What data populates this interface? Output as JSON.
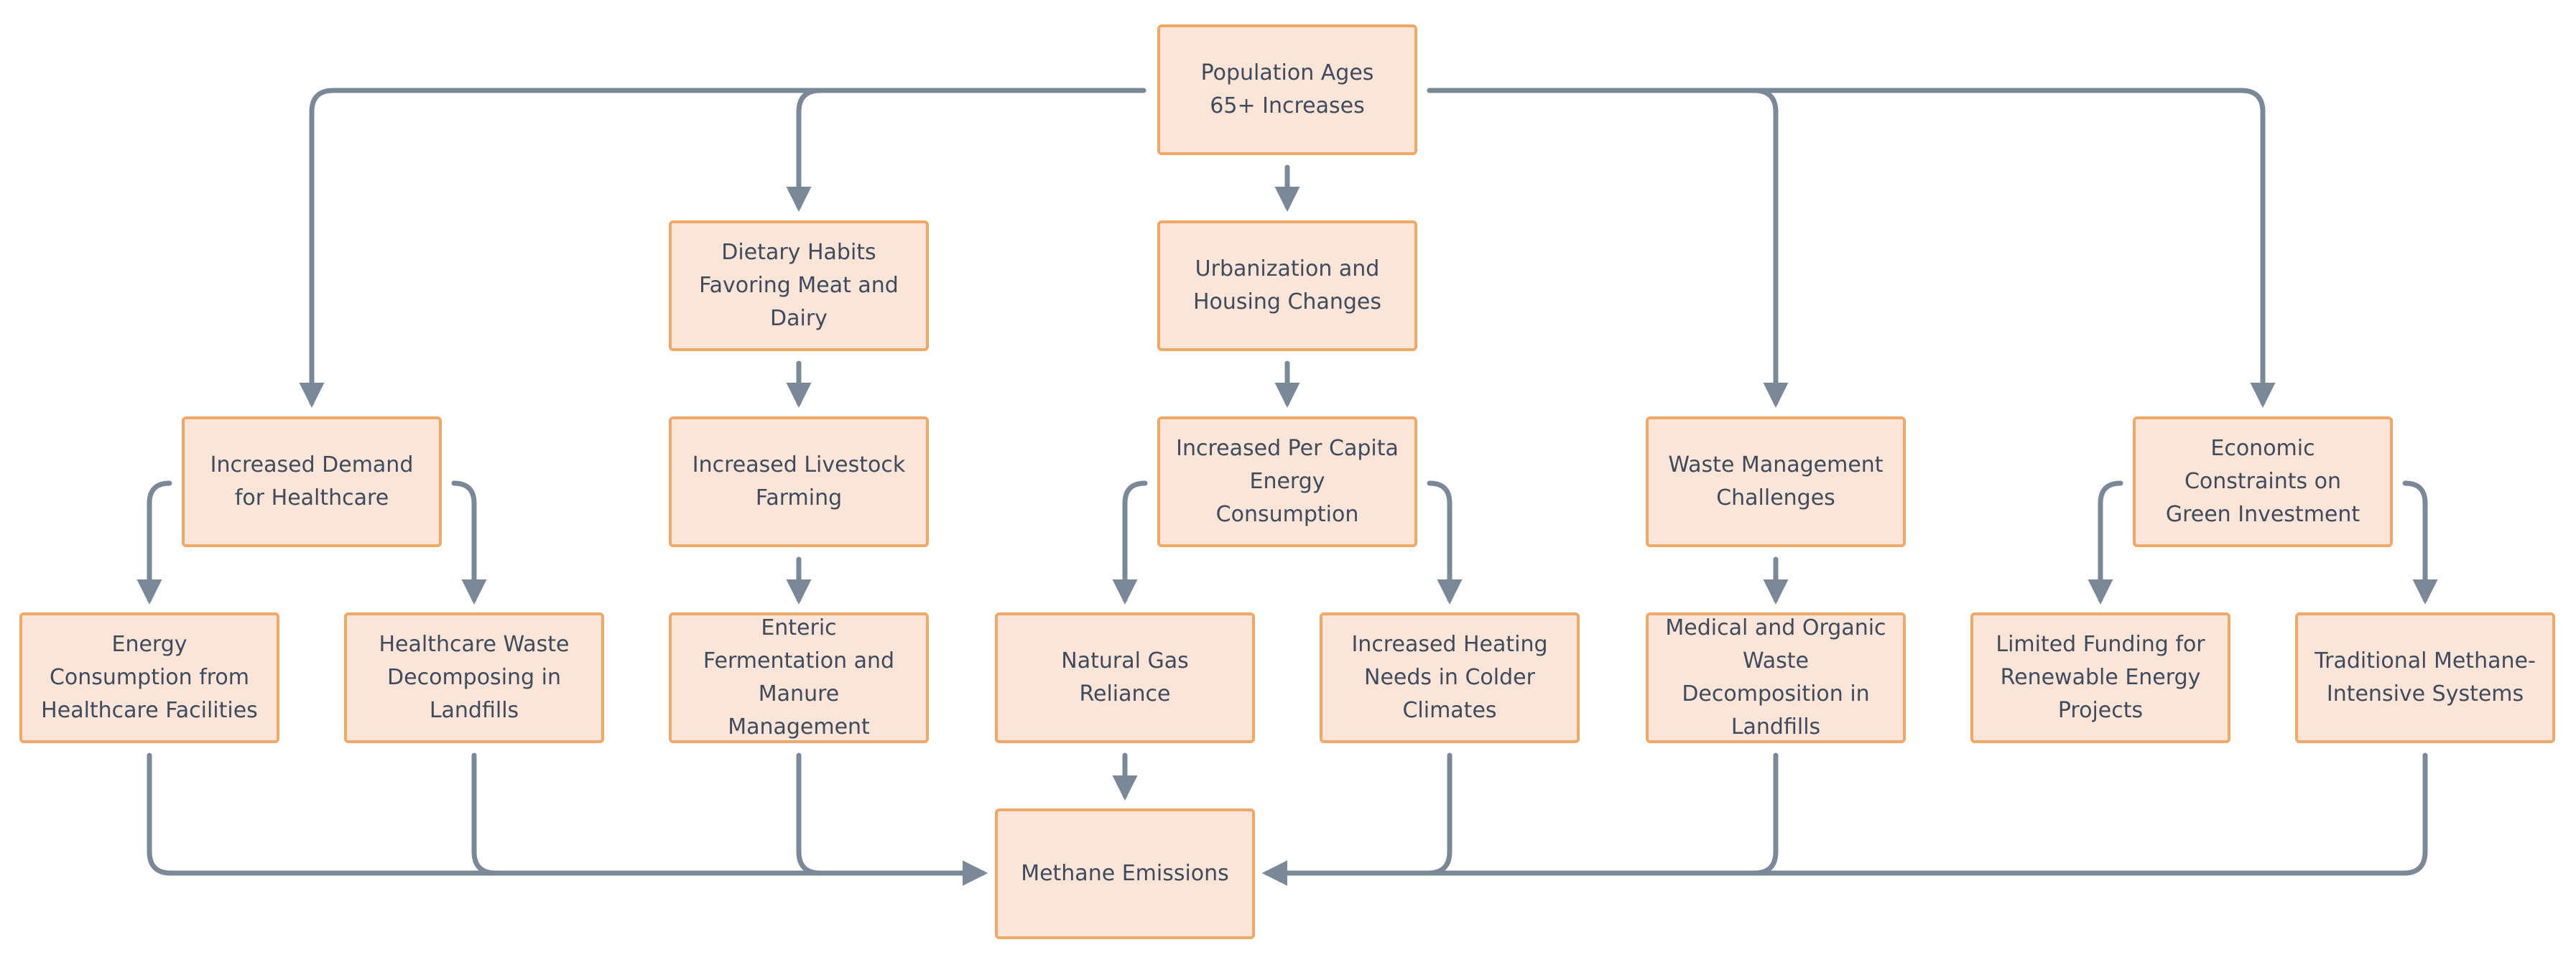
{
  "colors": {
    "node_fill": "#fae5d8",
    "node_border": "#f0a867",
    "connector": "#7a8898",
    "text": "#3f4a5c"
  },
  "nodes": {
    "population": "Population Ages 65+ Increases",
    "dietary": "Dietary Habits Favoring Meat and Dairy",
    "urbanization": "Urbanization and Housing Changes",
    "healthcare_demand": "Increased Demand for Healthcare",
    "livestock": "Increased Livestock Farming",
    "energy_per_capita": "Increased Per Capita Energy Consumption",
    "waste_mgmt": "Waste Management Challenges",
    "economic": "Economic Constraints on Green Investment",
    "healthcare_energy": "Energy Consumption from Healthcare Facilities",
    "healthcare_waste": "Healthcare Waste Decomposing in Landfills",
    "enteric": "Enteric Fermentation and Manure Management",
    "natural_gas": "Natural Gas Reliance",
    "heating": "Increased Heating Needs in Colder Climates",
    "medical_waste": "Medical and Organic Waste Decomposition in Landfills",
    "limited_funding": "Limited Funding for Renewable Energy Projects",
    "traditional": "Traditional Methane-Intensive Systems",
    "methane": "Methane Emissions"
  }
}
